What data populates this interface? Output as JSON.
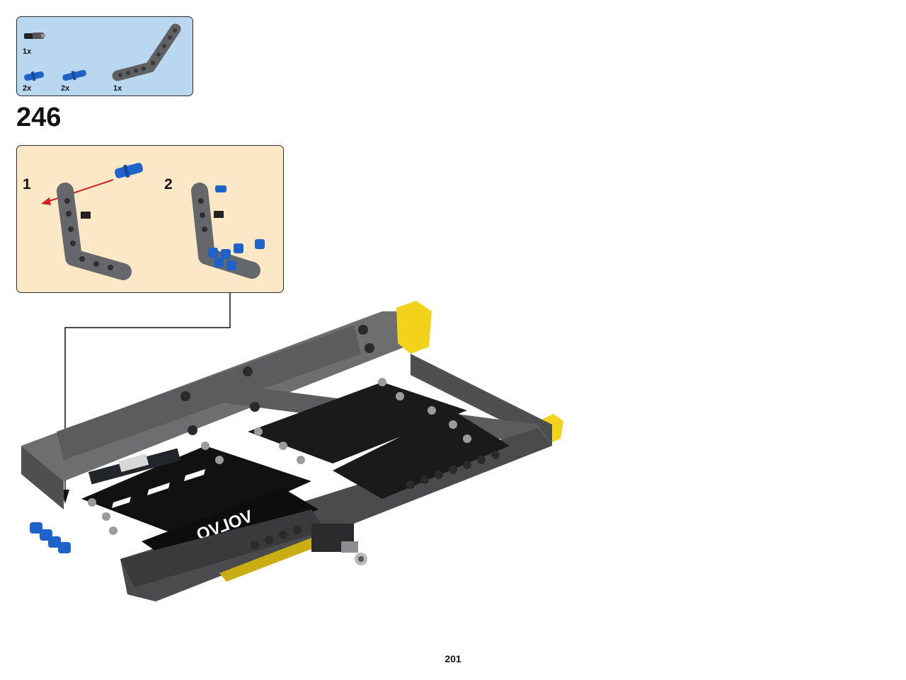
{
  "page": {
    "number": "201"
  },
  "step": {
    "number": "246"
  },
  "parts_list": [
    {
      "name": "black-axle-pin",
      "qty": "1x"
    },
    {
      "name": "blue-pin",
      "qty": "2x"
    },
    {
      "name": "blue-axle-pin",
      "qty": "2x"
    },
    {
      "name": "bent-liftarm",
      "qty": "1x"
    }
  ],
  "substeps": [
    {
      "number": "1"
    },
    {
      "number": "2"
    }
  ],
  "model": {
    "decal_text": "VOLVO"
  },
  "colors": {
    "parts_box_bg": "#b9d7f0",
    "substep_box_bg": "#fbe8c6",
    "brick_gray": "#6d6e70",
    "brick_dark": "#3a3a3c",
    "pin_blue": "#1f63c8",
    "accent_yellow": "#f2d21b",
    "arrow_red": "#d42020"
  }
}
